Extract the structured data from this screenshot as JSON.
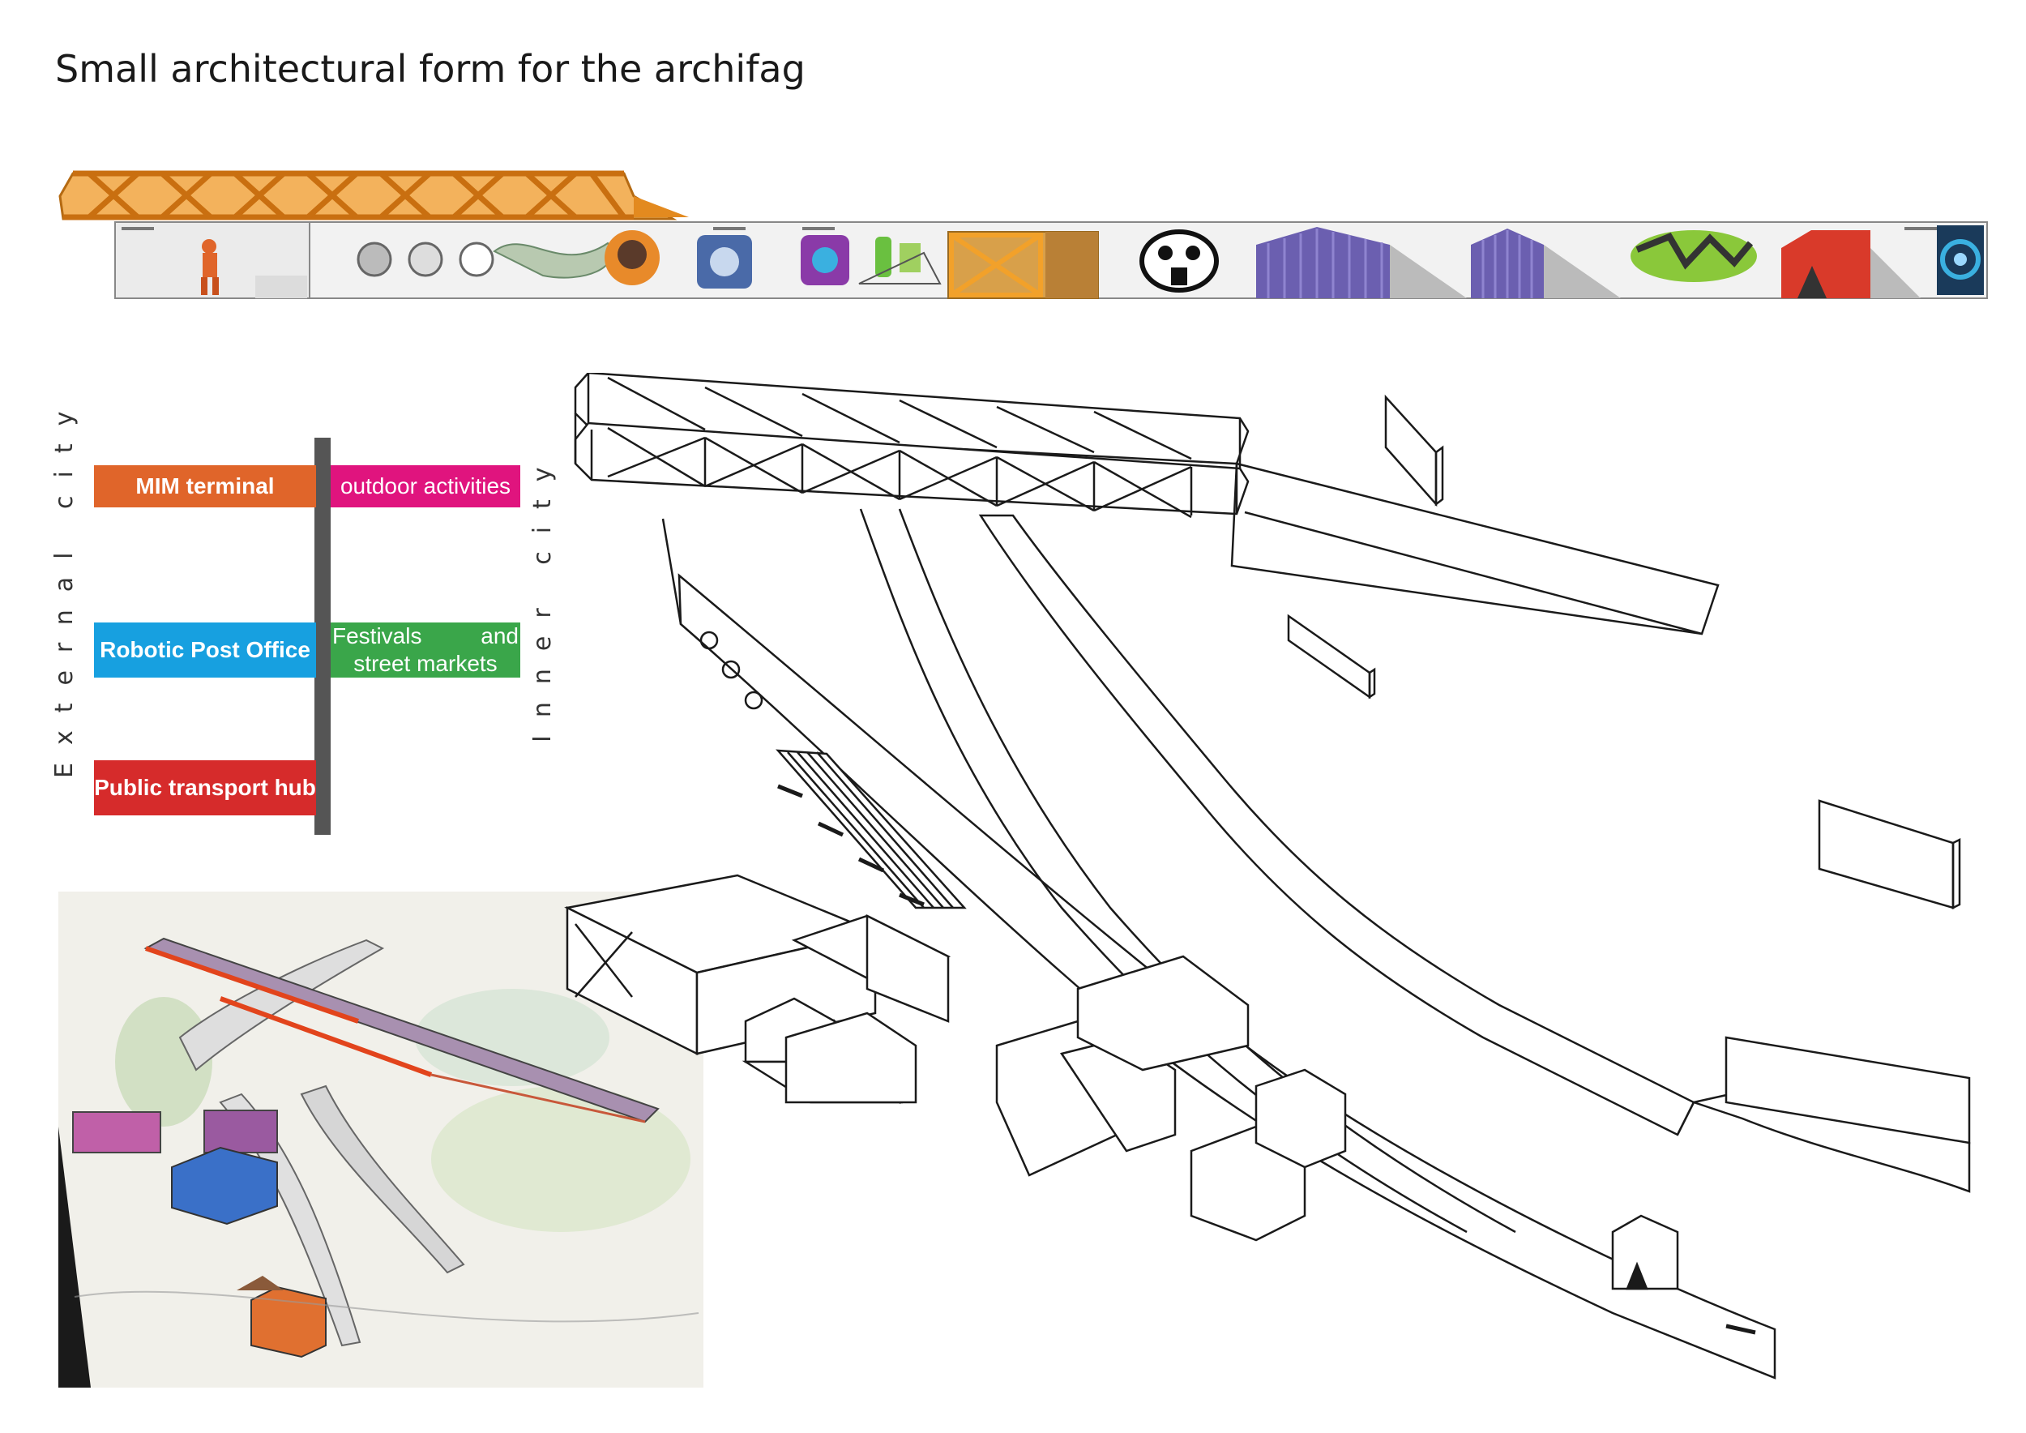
{
  "title": "Small architectural form for the archifag",
  "axis_labels": {
    "left": "External city",
    "right": "Inner city"
  },
  "external_city_items": [
    {
      "label": "MIM terminal",
      "color": "#e0652a"
    },
    {
      "label": "Robotic Post Office",
      "color": "#17a0e0"
    },
    {
      "label": "Public transport hub",
      "color": "#d62b2b"
    }
  ],
  "inner_city_items": [
    {
      "label": "outdoor activities",
      "color": "#e0147e"
    },
    {
      "label_line1_left": "Festivals",
      "label_line1_right": "and",
      "label_line2": "street markets",
      "color": "#3aa64a"
    }
  ],
  "colors": {
    "truss": "#e38a1f",
    "divider": "#555555",
    "container_purple": "#6b5fb0",
    "container_red": "#d93a2a"
  }
}
